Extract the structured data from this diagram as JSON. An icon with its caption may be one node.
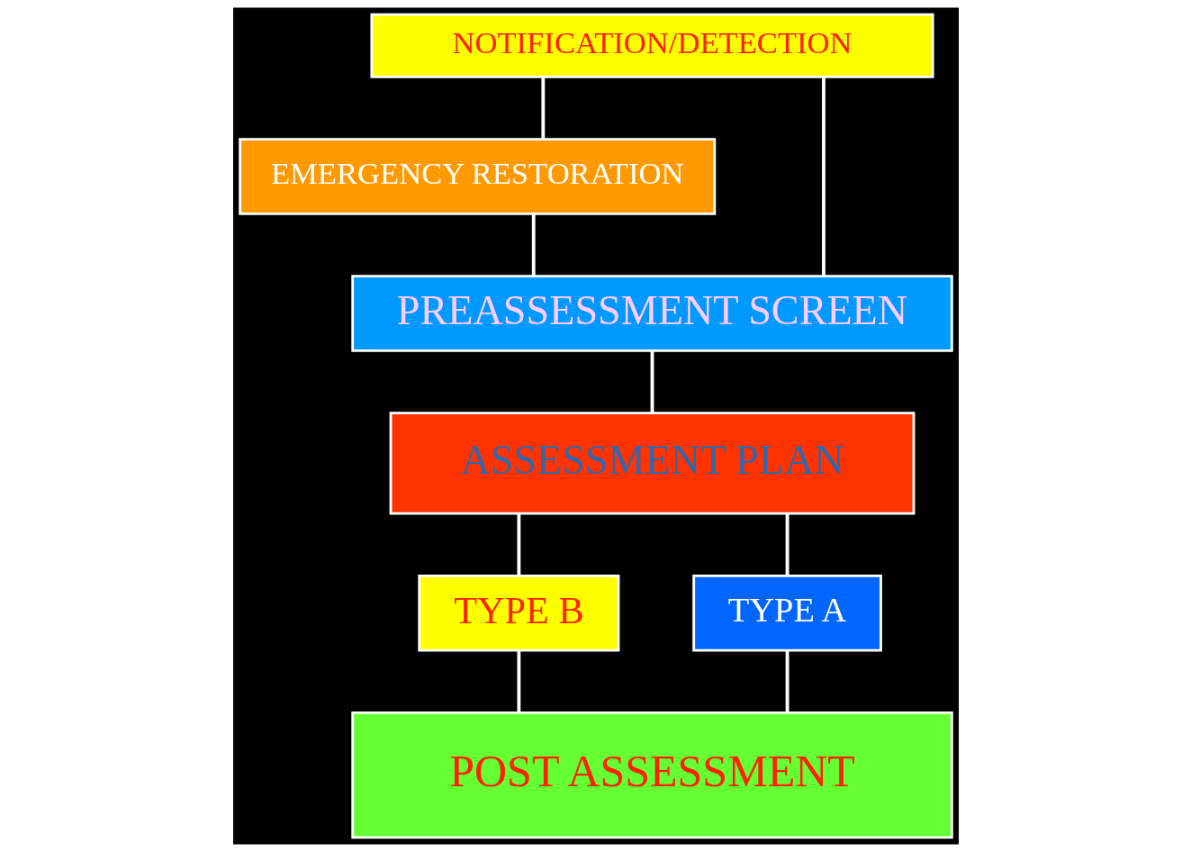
{
  "diagram": {
    "nodes": [
      {
        "text": [
          "NOTIFICATION/DETECTION"
        ]
      },
      {
        "text": [
          "EMERGENCY RESTORATION"
        ]
      },
      {
        "text": [
          "PREASSESSMENT SCREEN"
        ]
      },
      {
        "text": [
          "ASSESSMENT PLAN"
        ]
      },
      {
        "text": [
          "TYPE B"
        ]
      },
      {
        "text": [
          "TYPE A"
        ]
      },
      {
        "text": [
          "POST ASSESSMENT"
        ]
      }
    ],
    "edges": [
      {
        "from": 0,
        "to": 2,
        "arrow": "none"
      },
      {
        "from": 0,
        "to": 1,
        "arrow": "none"
      },
      {
        "from": 1,
        "to": 2,
        "arrow": "none"
      },
      {
        "from": 2,
        "to": 3,
        "arrow": "none"
      },
      {
        "from": 3,
        "to": 4,
        "arrow": "none"
      },
      {
        "from": 3,
        "to": 5,
        "arrow": "none"
      },
      {
        "from": 4,
        "to": 6,
        "arrow": "none"
      },
      {
        "from": 5,
        "to": 6,
        "arrow": "none"
      }
    ]
  }
}
